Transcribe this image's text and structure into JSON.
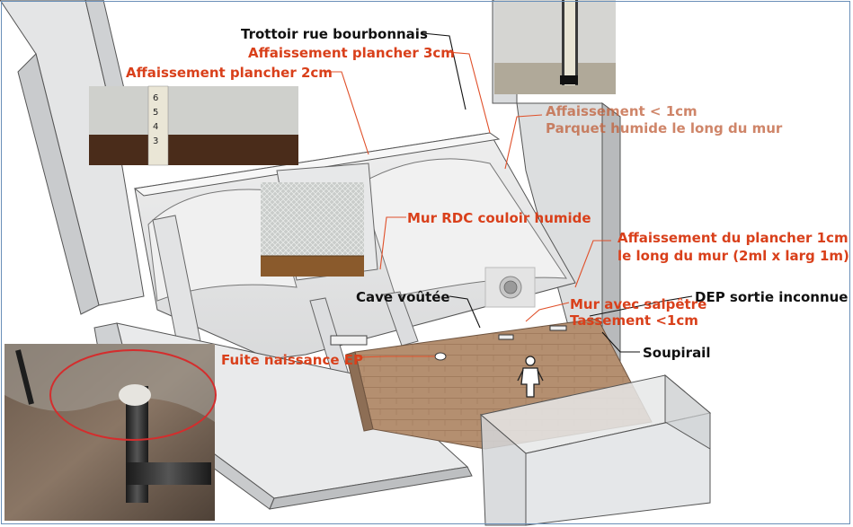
{
  "labels": {
    "trottoir": "Trottoir rue bourbonnais",
    "affaissement_3cm": "Affaissement plancher 3cm",
    "affaissement_2cm": "Affaissement plancher 2cm",
    "affaissement_1cm_line1": "Affaissement < 1cm",
    "affaissement_1cm_line2": "Parquet humide le long du mur",
    "mur_rdc": "Mur RDC couloir humide",
    "affaissement_mur_line1": "Affaissement du plancher 1cm",
    "affaissement_mur_line2": "le long du mur (2ml x larg 1m)",
    "cave_voutee": "Cave voûtée",
    "dep_sortie": "DEP sortie inconnue",
    "mur_salpetre": "Mur avec salpêtre",
    "tassement": "Tassement <1cm",
    "soupirail": "Soupirail",
    "fuite": "Fuite naissance EP"
  },
  "colors": {
    "annotation_red": "#d9401b",
    "annotation_dark": "#111111",
    "leader_red": "#e0502a",
    "wood_floor": "#b48f70",
    "wall_grey": "#d7d9dc",
    "frame_blue": "#6a8fb8"
  },
  "photos": [
    "ruler-photo-left",
    "ruler-photo-right",
    "textured-wall-photo",
    "drain-photo",
    "leak-pipe-photo"
  ]
}
